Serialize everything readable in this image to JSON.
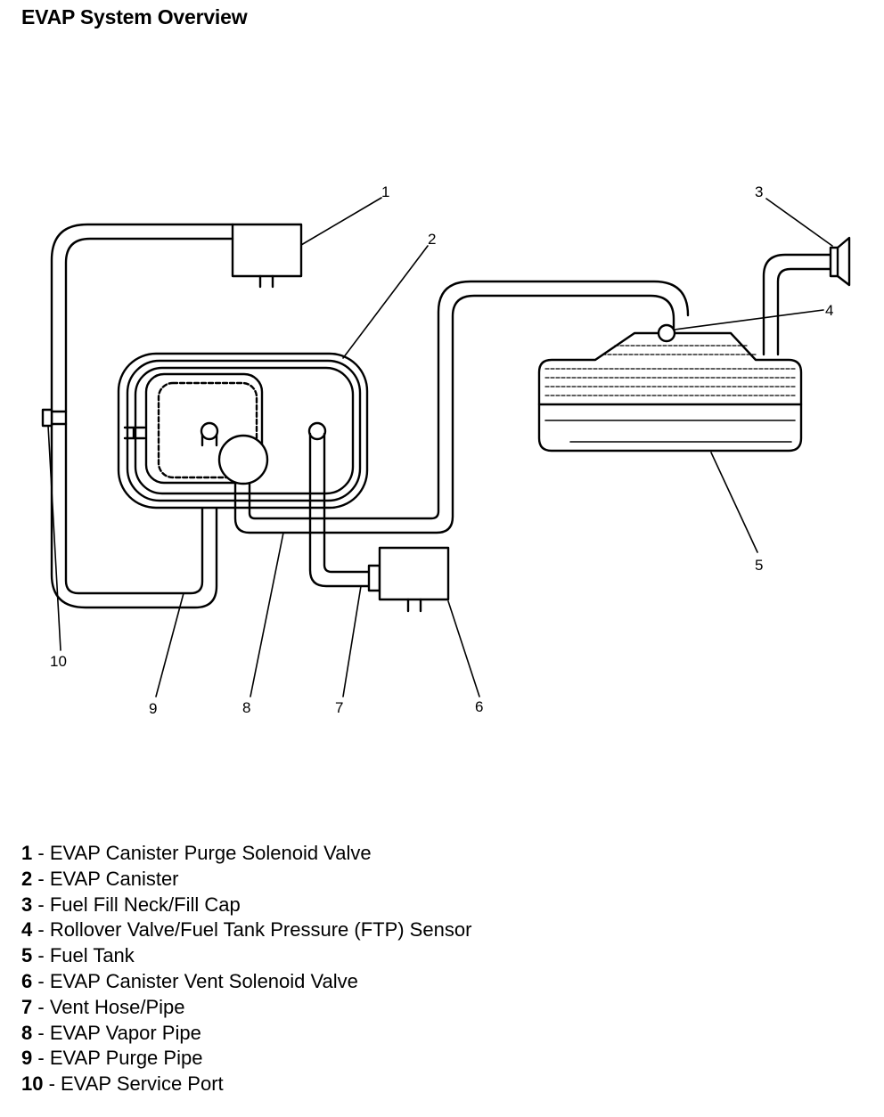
{
  "title": "EVAP System Overview",
  "callouts": [
    "1",
    "2",
    "3",
    "4",
    "5",
    "6",
    "7",
    "8",
    "9",
    "10"
  ],
  "legend": [
    {
      "number": "1",
      "label": "EVAP Canister Purge Solenoid Valve"
    },
    {
      "number": "2",
      "label": "EVAP Canister"
    },
    {
      "number": "3",
      "label": "Fuel Fill Neck/Fill Cap"
    },
    {
      "number": "4",
      "label": "Rollover Valve/Fuel Tank Pressure (FTP) Sensor"
    },
    {
      "number": "5",
      "label": "Fuel Tank"
    },
    {
      "number": "6",
      "label": "EVAP Canister Vent Solenoid Valve"
    },
    {
      "number": "7",
      "label": "Vent Hose/Pipe"
    },
    {
      "number": "8",
      "label": "EVAP Vapor Pipe"
    },
    {
      "number": "9",
      "label": "EVAP Purge Pipe"
    },
    {
      "number": "10",
      "label": "EVAP Service Port"
    }
  ],
  "legend_separator": " - "
}
